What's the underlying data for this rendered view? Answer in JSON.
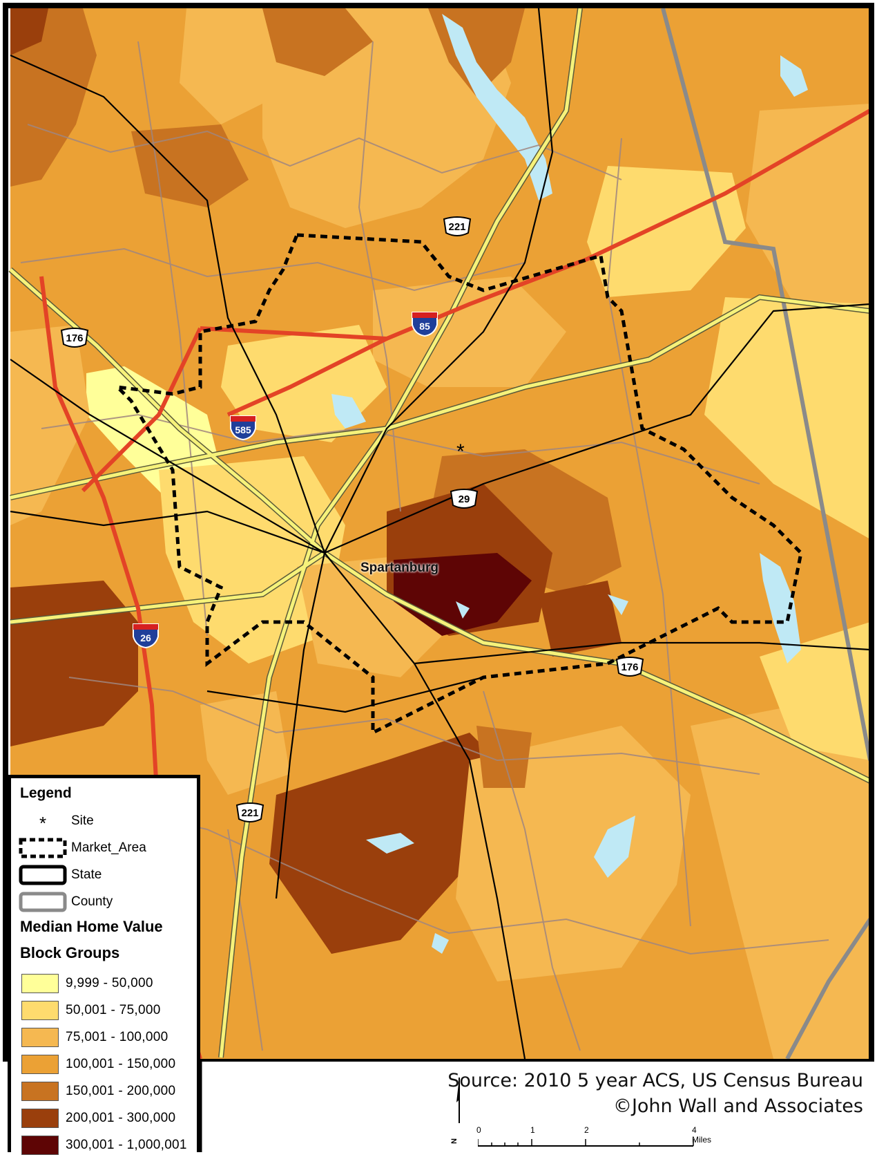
{
  "map": {
    "city_label": "Spartanburg",
    "site_symbol": "*",
    "shields": {
      "us221_north": "221",
      "us221_south": "221",
      "us176_west": "176",
      "us176_east": "176",
      "us29": "29",
      "i85": "85",
      "i585": "585",
      "i26": "26"
    }
  },
  "legend": {
    "title": "Legend",
    "items": [
      {
        "label": "Site"
      },
      {
        "label": "Market_Area"
      },
      {
        "label": "State"
      },
      {
        "label": "County"
      }
    ],
    "layer_title_1": "Median Home Value",
    "layer_title_2": "Block Groups",
    "classes": [
      {
        "label": "9,999 - 50,000",
        "color": "#ffff99"
      },
      {
        "label": "50,001 - 75,000",
        "color": "#fedb6e"
      },
      {
        "label": "75,001 - 100,000",
        "color": "#f5b851"
      },
      {
        "label": "100,001 - 150,000",
        "color": "#eba135"
      },
      {
        "label": "150,001 - 200,000",
        "color": "#c87321"
      },
      {
        "label": "200,001 - 300,000",
        "color": "#9a3f0c"
      },
      {
        "label": "300,001 - 1,000,001",
        "color": "#5e0505"
      }
    ]
  },
  "source": {
    "line1": "Source: 2010 5 year ACS, US Census Bureau",
    "line2": "©John Wall and Associates"
  },
  "scale": {
    "labels": [
      "0",
      "1",
      "2",
      "4 Miles"
    ],
    "north": "N"
  },
  "colors": {
    "road_local": "#9b8f8f",
    "highway_yellow": "#f6f27a",
    "interstate_red": "#e34326",
    "water": "#bfe9f5",
    "railroad": "#000000",
    "county_line": "#8a8a8a"
  }
}
